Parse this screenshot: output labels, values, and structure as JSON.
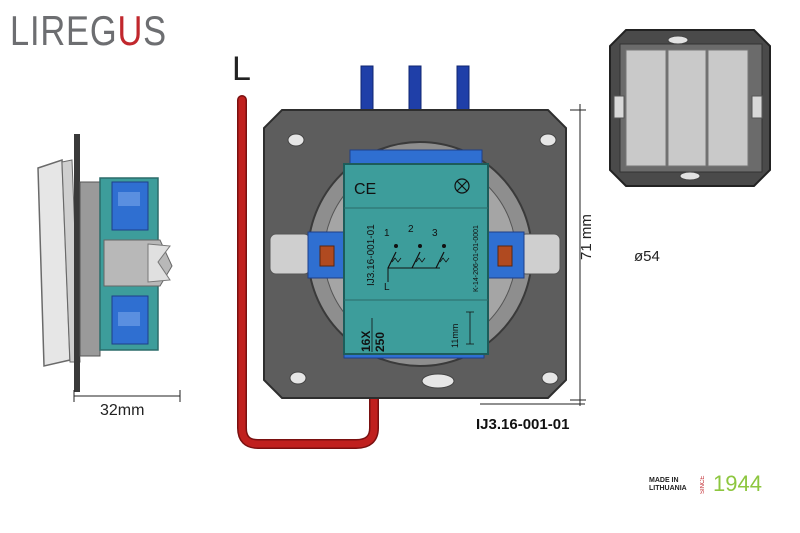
{
  "brand": {
    "logo_main": "LIREG",
    "logo_accent": "U",
    "logo_end": "S"
  },
  "labels": {
    "line": "L",
    "depth": "32mm",
    "height": "71 mm",
    "diameter": "ø54",
    "model": "IJ3.16-001-01"
  },
  "module": {
    "model_vertical": "IJ3.16-001-01",
    "rating_a": "16X",
    "rating_v": "250",
    "strip": "11mm",
    "code_vertical": "K-14-206-01-01-0001",
    "terminals": [
      "1",
      "2",
      "3"
    ],
    "live": "L"
  },
  "footer": {
    "made_in_1": "MADE IN",
    "made_in_2": "LITHUANIA",
    "since": "SINCE",
    "year": "1944"
  },
  "colors": {
    "wire_red": "#c0201e",
    "wire_blue": "#1f3fa8",
    "module_teal": "#3d9d9b",
    "frame_grey": "#5d5d5d",
    "accent_red": "#c1272d",
    "accent_green": "#8dc63f"
  }
}
